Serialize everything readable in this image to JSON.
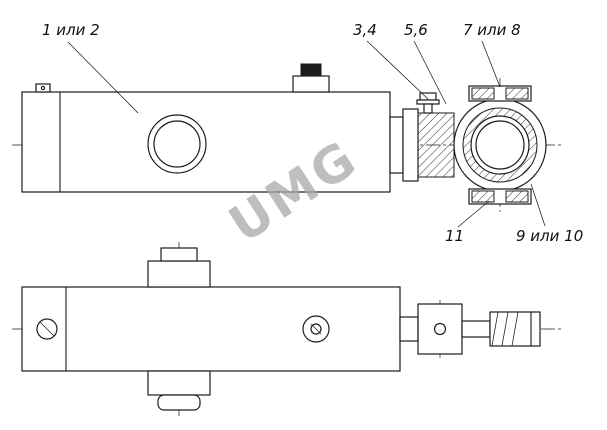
{
  "drawing": {
    "watermark": "UMG",
    "colors": {
      "line": "#1c1c1c",
      "watermark": "#a9a9a9",
      "background": "#ffffff"
    },
    "callouts": {
      "c12": "1 или 2",
      "c34": "3,4",
      "c56": "5,6",
      "c78": "7 или 8",
      "c11": "11",
      "c910": "9 или 10"
    }
  }
}
